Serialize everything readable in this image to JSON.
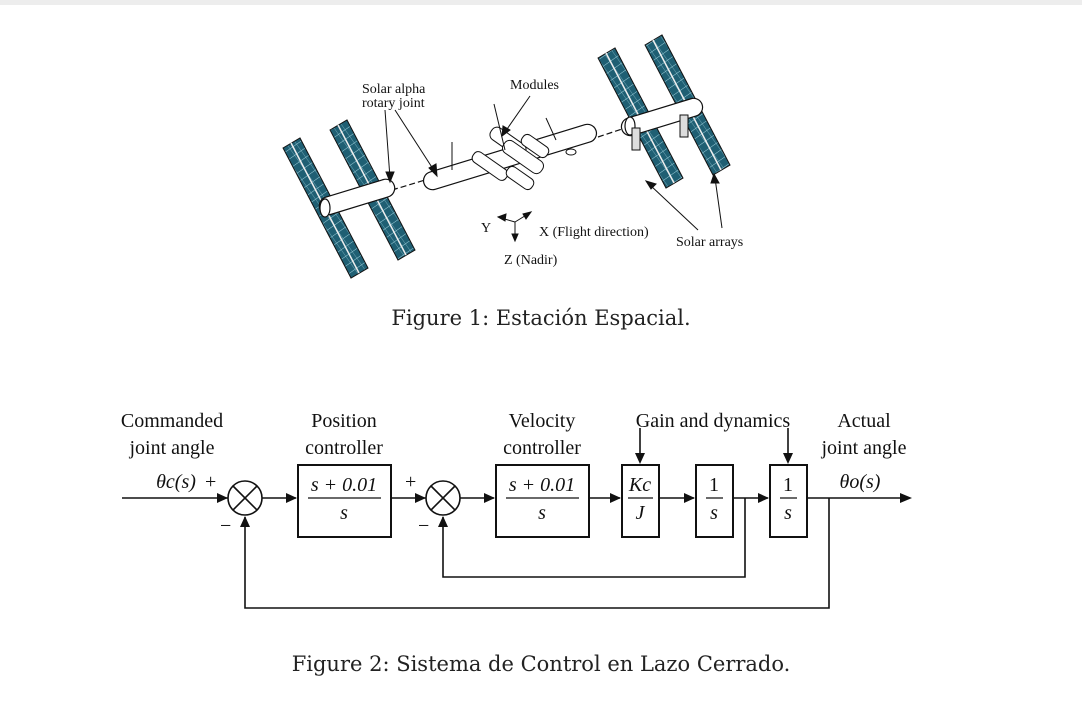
{
  "figure1": {
    "caption": "Figure 1: Estación Espacial.",
    "labels": {
      "solar_alpha": "Solar alpha",
      "rotary_joint": "rotary joint",
      "modules": "Modules",
      "axis_y": "Y",
      "axis_x": "X (Flight direction)",
      "axis_z": "Z (Nadir)",
      "solar_arrays": "Solar arrays"
    }
  },
  "figure2": {
    "caption": "Figure 2: Sistema de Control en Lazo Cerrado.",
    "labels": {
      "commanded_1": "Commanded",
      "commanded_2": "joint angle",
      "input_signal": "θc(s)",
      "plus_1": "+",
      "minus_1": "−",
      "position_1": "Position",
      "position_2": "controller",
      "plus_2": "+",
      "minus_2": "−",
      "velocity_1": "Velocity",
      "velocity_2": "controller",
      "gain_dynamics": "Gain and dynamics",
      "actual_1": "Actual",
      "actual_2": "joint angle",
      "output_signal": "θo(s)"
    },
    "blocks": {
      "position_num": "s + 0.01",
      "position_den": "s",
      "velocity_num": "s + 0.01",
      "velocity_den": "s",
      "gain_num": "Kc",
      "gain_den": "J",
      "int1_num": "1",
      "int1_den": "s",
      "int2_num": "1",
      "int2_den": "s"
    }
  },
  "colors": {
    "teal_label": "#2a7a8c",
    "panel_blue": "#1f5f73"
  }
}
